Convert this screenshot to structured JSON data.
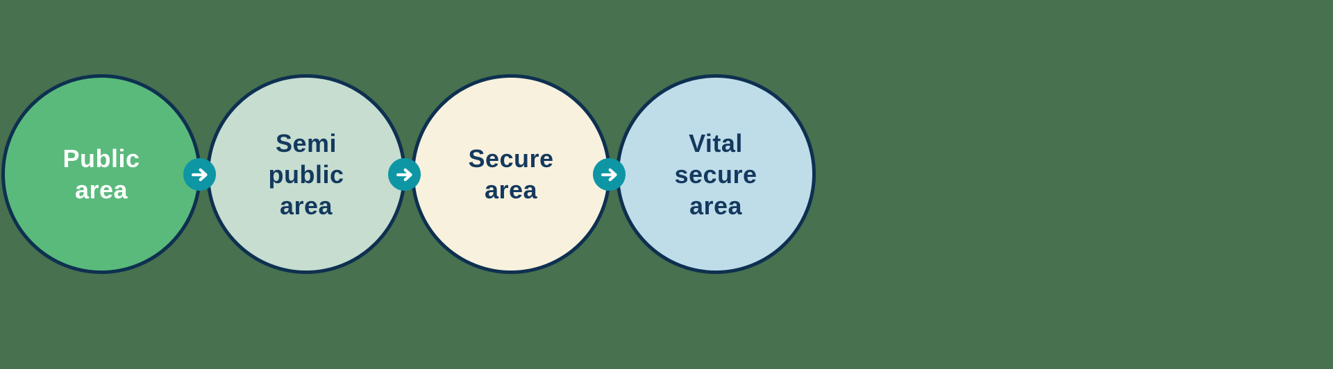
{
  "background_color": "#47714f",
  "diagram": {
    "border_color": "#0e3050",
    "stages": [
      {
        "name": "Public area",
        "lines": [
          "Public",
          "area"
        ],
        "fill": "#5aba7c",
        "text_color": "#ffffff"
      },
      {
        "name": "Semi public area",
        "lines": [
          "Semi",
          "public",
          "area"
        ],
        "fill": "#c6ddd0",
        "text_color": "#14395e"
      },
      {
        "name": "Secure area",
        "lines": [
          "Secure",
          "area"
        ],
        "fill": "#f8f1de",
        "text_color": "#14395e"
      },
      {
        "name": "Vital secure area",
        "lines": [
          "Vital",
          "secure",
          "area"
        ],
        "fill": "#bfdde9",
        "text_color": "#14395e"
      }
    ],
    "arrows": [
      {
        "direction": "right",
        "fill": "#0e96a5",
        "glyph_color": "#ffffff"
      },
      {
        "direction": "right",
        "fill": "#0e96a5",
        "glyph_color": "#ffffff"
      },
      {
        "direction": "right",
        "fill": "#0e96a5",
        "glyph_color": "#ffffff"
      }
    ]
  }
}
